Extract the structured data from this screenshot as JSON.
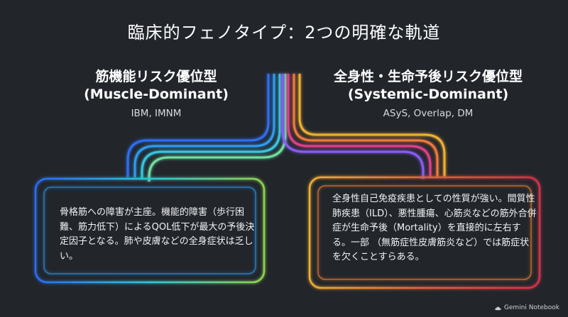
{
  "title": "臨床的フェノタイプ：2つの明確な軌道",
  "left": {
    "heading_ja": "筋機能リスク優位型",
    "heading_en": "(Muscle-Dominant)",
    "subtypes": "IBM, IMNM",
    "body": "骨格筋への障害が主座。機能的障害（歩行困難、筋力低下）によるQOL低下が最大の予後決定因子となる。肺や皮膚などの全身症状は乏しい。",
    "colors": [
      "#2e6ef5",
      "#29b8e8",
      "#5fe3b0",
      "#8fd64a"
    ]
  },
  "right": {
    "heading_ja": "全身性・生命予後リスク優位型",
    "heading_en": "(Systemic-Dominant)",
    "subtypes": "ASyS, Overlap, DM",
    "body": "全身性自己免疫疾患としての性質が強い。間質性肺疾患（ILD）、悪性腫瘍、心筋炎などの筋外合併症が生命予後（Mortality）を直接的に左右する。一部 （無筋症性皮膚筋炎など）では筋症状を欠くことすらある。",
    "colors": [
      "#8a5cf5",
      "#e0408a",
      "#f0a030",
      "#e8d040"
    ]
  },
  "branding": {
    "label": "Gemini Notebook",
    "icon": "cloud-logo-icon"
  }
}
